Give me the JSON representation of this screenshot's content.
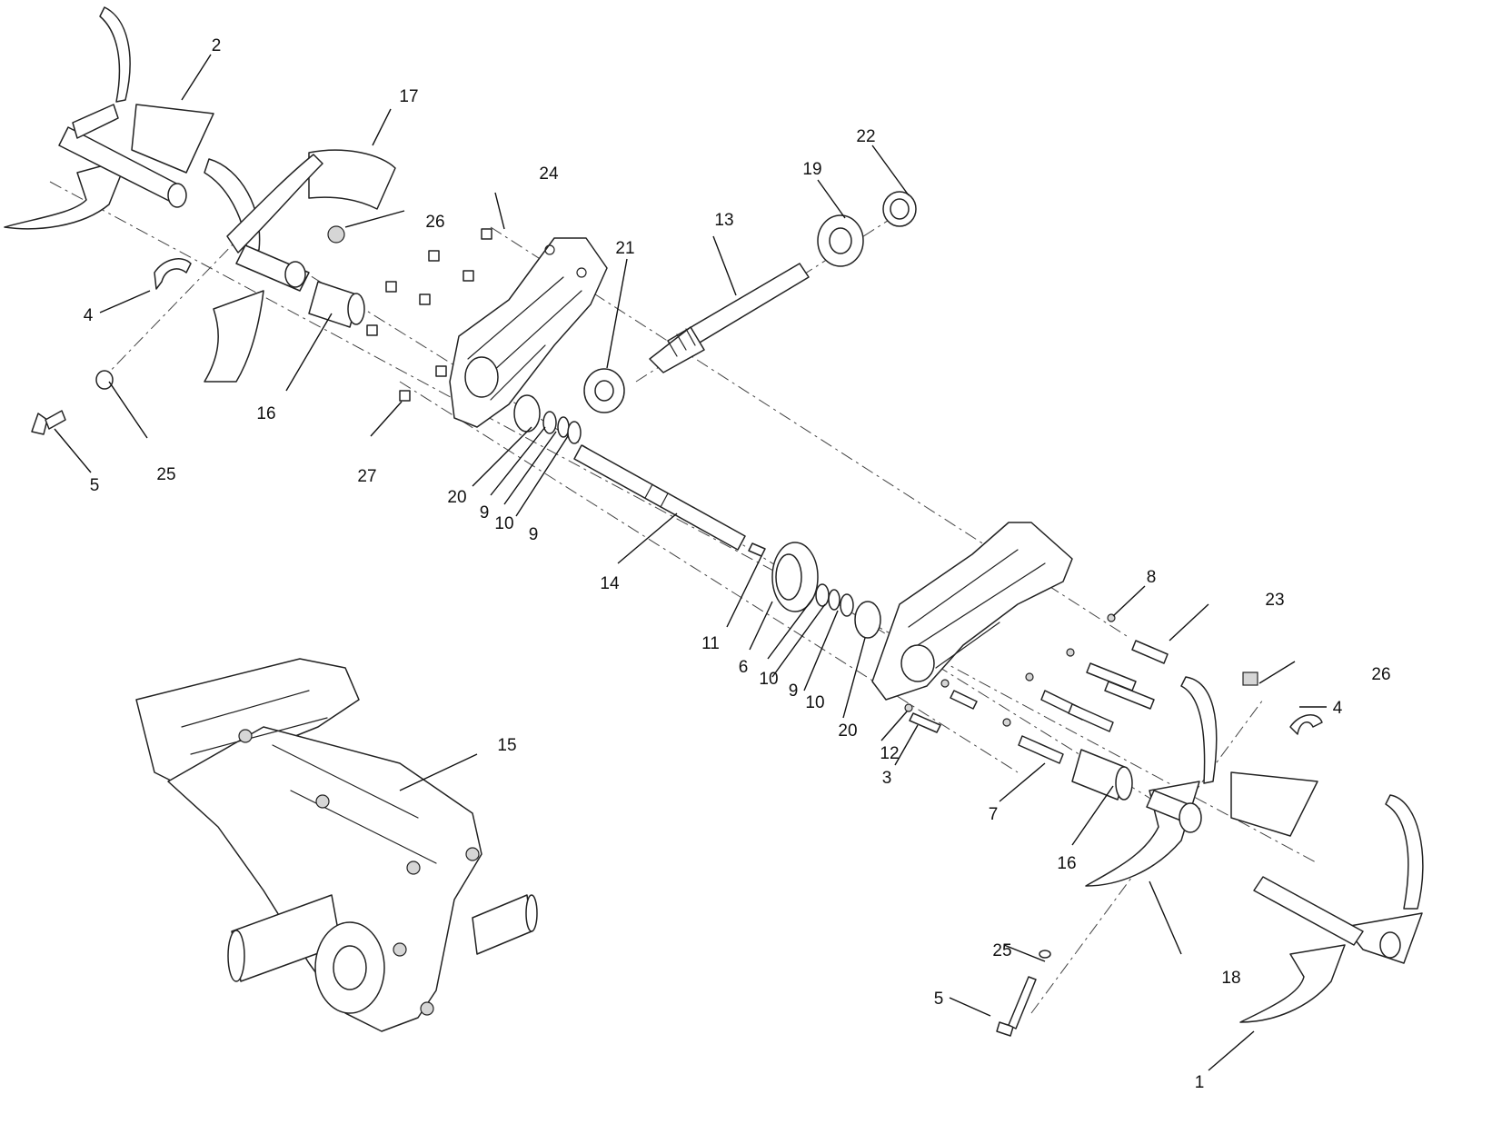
{
  "callouts": {
    "c1": "1",
    "c2": "2",
    "c3": "3",
    "c4a": "4",
    "c4b": "4",
    "c5a": "5",
    "c5b": "5",
    "c6": "6",
    "c7": "7",
    "c8": "8",
    "c9a": "9",
    "c9b": "9",
    "c9c": "9",
    "c10a": "10",
    "c10b": "10",
    "c10c": "10",
    "c11": "11",
    "c12": "12",
    "c13": "13",
    "c14": "14",
    "c15": "15",
    "c16a": "16",
    "c16b": "16",
    "c17": "17",
    "c18": "18",
    "c19": "19",
    "c20a": "20",
    "c20b": "20",
    "c21": "21",
    "c22": "22",
    "c23": "23",
    "c24": "24",
    "c25a": "25",
    "c25b": "25",
    "c26a": "26",
    "c26b": "26",
    "c27": "27"
  }
}
